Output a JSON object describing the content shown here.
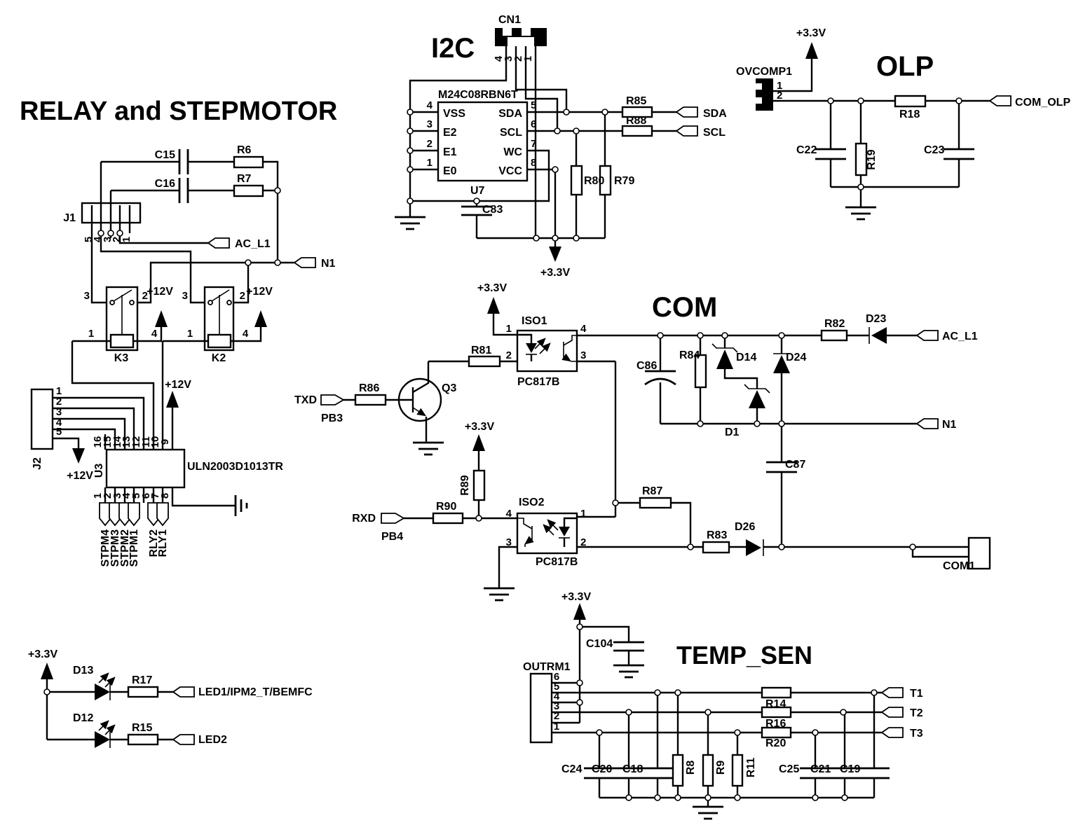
{
  "titles": {
    "relay": "RELAY and STEPMOTOR",
    "i2c": "I2C",
    "olp": "OLP",
    "com": "COM",
    "temp": "TEMP_SEN"
  },
  "power": {
    "v12": "+12V",
    "v33": "+3.3V"
  },
  "relay": {
    "c15": "C15",
    "r6": "R6",
    "c16": "C16",
    "r7": "R7",
    "j1": {
      "name": "J1",
      "pins": [
        "5",
        "4",
        "3",
        "2",
        "1"
      ]
    },
    "ac_l1": "AC_L1",
    "n1": "N1",
    "k3": {
      "name": "K3",
      "p3": "3",
      "p2": "2",
      "p1": "1",
      "p4": "4"
    },
    "k2": {
      "name": "K2",
      "p3": "3",
      "p2": "2",
      "p1": "1",
      "p4": "4"
    },
    "j2": {
      "name": "J2",
      "pins": [
        "1",
        "2",
        "3",
        "4",
        "5"
      ]
    },
    "u3": {
      "name": "U3",
      "part": "ULN2003D1013TR",
      "top": [
        "16",
        "15",
        "14",
        "13",
        "12",
        "11",
        "10",
        "9"
      ],
      "bottom": [
        "1",
        "2",
        "3",
        "4",
        "5",
        "6",
        "7",
        "8"
      ]
    },
    "tags": [
      "STPM4",
      "STPM3",
      "STPM2",
      "STPM1",
      "RLY2",
      "RLY1"
    ]
  },
  "i2c": {
    "cn1": {
      "name": "CN1",
      "pins": [
        "4",
        "3",
        "2",
        "1"
      ]
    },
    "eeprom": {
      "part": "M24C08RBN6T",
      "ref": "U7",
      "left_pins": [
        "4",
        "3",
        "2",
        "1"
      ],
      "left_names": [
        "VSS",
        "E2",
        "E1",
        "E0"
      ],
      "right_pins": [
        "5",
        "6",
        "7",
        "8"
      ],
      "right_names": [
        "SDA",
        "SCL",
        "WC",
        "VCC"
      ]
    },
    "c83": "C83",
    "r85": "R85",
    "r88": "R88",
    "r80": "R80",
    "r79": "R79",
    "sda": "SDA",
    "scl": "SCL"
  },
  "olp": {
    "conn": "OVCOMP1",
    "p1": "1",
    "p2": "2",
    "r18": "R18",
    "r19": "R19",
    "c22": "C22",
    "c23": "C23",
    "tag": "COM_OLP"
  },
  "com": {
    "iso1": "ISO1",
    "iso2": "ISO2",
    "pc817b": "PC817B",
    "p1": "1",
    "p2": "2",
    "p3": "3",
    "p4": "4",
    "q3": "Q3",
    "r81": "R81",
    "r86": "R86",
    "r89": "R89",
    "r90": "R90",
    "r87": "R87",
    "r83": "R83",
    "txd": "TXD",
    "pb3": "PB3",
    "rxd": "RXD",
    "pb4": "PB4",
    "c86": "C86",
    "r84": "R84",
    "d14": "D14",
    "d24": "D24",
    "d1": "D1",
    "c87": "C87",
    "r82": "R82",
    "d23": "D23",
    "d26": "D26",
    "ac_l1": "AC_L1",
    "n1": "N1",
    "com1": "COM1"
  },
  "temp": {
    "conn": "OUTRM1",
    "pins": [
      "6",
      "5",
      "4",
      "3",
      "2",
      "1"
    ],
    "c104": "C104",
    "r14": "R14",
    "r16": "R16",
    "r20": "R20",
    "t1": "T1",
    "t2": "T2",
    "t3": "T3",
    "c24": "C24",
    "c20": "C20",
    "c18": "C18",
    "r8": "R8",
    "r9": "R9",
    "r11": "R11",
    "c25": "C25",
    "c21": "C21",
    "c19": "C19"
  },
  "led": {
    "d13": "D13",
    "r17": "R17",
    "tag1": "LED1/IPM2_T/BEMFC",
    "d12": "D12",
    "r15": "R15",
    "tag2": "LED2"
  }
}
